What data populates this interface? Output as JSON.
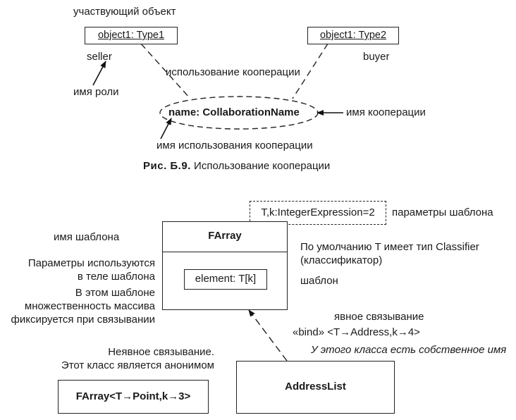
{
  "figure1": {
    "participant_label": "участвующий объект",
    "object1": "object1: Type1",
    "object2": "object1: Type2",
    "role_seller": "seller",
    "role_buyer": "buyer",
    "role_name_label": "имя роли",
    "usage_label": "использование кооперации",
    "collab_name": "name: CollaborationName",
    "collab_name_label": "имя кооперации",
    "usage_name_label": "имя использования кооперации",
    "caption_num": "Рис. Б.9.",
    "caption_text": "Использование кооперации"
  },
  "figure2": {
    "template_params": "T,k:IntegerExpression=2",
    "template_params_label": "параметры шаблона",
    "template_name_label": "имя шаблона",
    "class_name": "FArray",
    "attribute": "element: T[k]",
    "params_used_line1": "Параметры используются",
    "params_used_line2": "в теле шаблона",
    "multiplicity_line1": "В этом шаблоне",
    "multiplicity_line2": "множественность массива",
    "multiplicity_line3": "фиксируется при связывании",
    "default_line1": "По умолчанию T имеет тип Classifier",
    "default_line2": "(классификатор)",
    "template_label": "шаблон",
    "explicit_binding_label": "явное связывание",
    "bind_expr": "«bind» <T→Address,k→4>",
    "own_name_note": "У этого класса есть собственное имя",
    "implicit_line1": "Неявное связывание.",
    "implicit_line2": "Этот класс является анонимом",
    "anon_class": "FArray<T→Point,k→3>",
    "named_class": "AddressList"
  }
}
